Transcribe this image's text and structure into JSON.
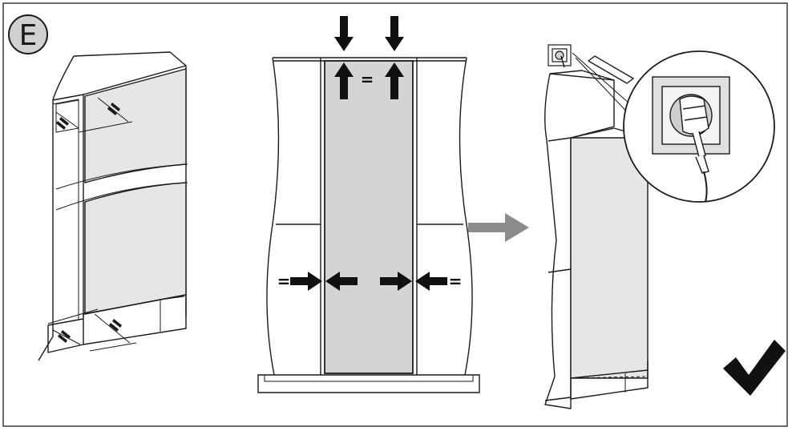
{
  "step": {
    "label": "E"
  },
  "equal_sign": "=",
  "colors": {
    "panel_fill": "#e6e6e6",
    "panel_dark": "#c8c8c8",
    "badge_fill": "#d0d0d0",
    "line": "#1a1a1a",
    "arrow_black": "#111111",
    "arrow_grey": "#8c8c8c",
    "background": "#ffffff"
  },
  "icons": {
    "step_badge": "circle-letter",
    "direction_arrow": "arrow-right-grey",
    "confirm": "checkmark-icon",
    "plug": "power-plug-icon",
    "socket": "wall-socket-icon"
  }
}
